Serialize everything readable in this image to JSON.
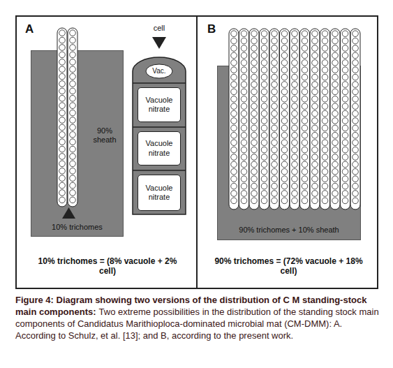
{
  "diagram": {
    "title": "Figure 4: Diagram showing two versions of the distribution of C M standing-stock main components:",
    "caption": "Two extreme possibilities in the distribution of the standing stock main components of Candidatus Marithioploca-dominated microbial mat (CM-DMM): A. According to Schulz, et al. [13]; and B, according to the present work.",
    "nodes": [
      {
        "text": [
          "A",
          "10% trichomes = (8% vacuole + 2% cell)"
        ]
      },
      {
        "text": [
          "90% sheath",
          "10% trichomes"
        ],
        "in": 0
      },
      {
        "text": [
          "cell"
        ],
        "in": 0
      },
      {
        "text": [
          "Vac."
        ],
        "in": 2
      },
      {
        "text": [
          "Vacuole nitrate"
        ],
        "in": 2
      },
      {
        "text": [
          "Vacuole nitrate"
        ],
        "in": 2
      },
      {
        "text": [
          "Vacuole nitrate"
        ],
        "in": 2
      },
      {
        "text": [
          "B",
          "90% trichomes = (72% vacuole + 18% cell)"
        ]
      },
      {
        "text": [
          "90% trichomes + 10% sheath"
        ],
        "in": 7
      }
    ]
  }
}
